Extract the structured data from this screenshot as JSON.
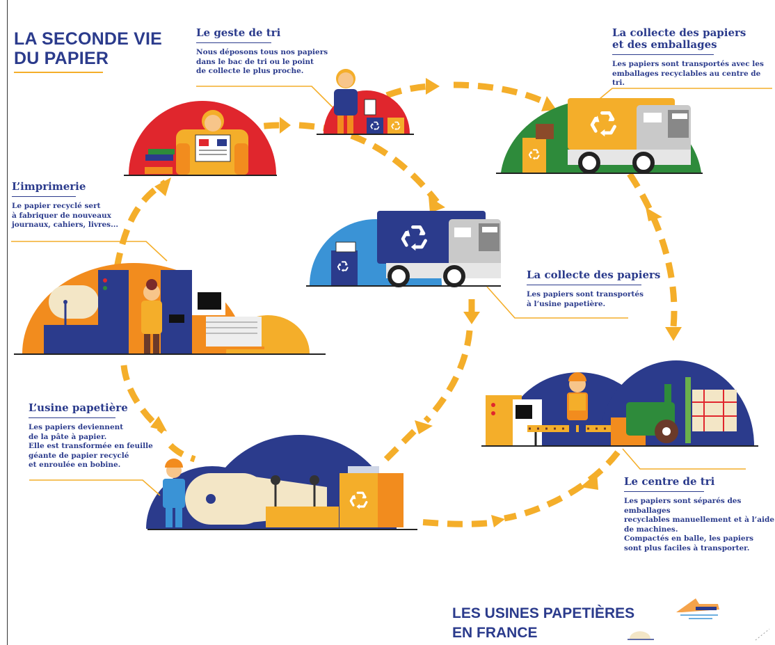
{
  "title": {
    "line1": "LA SECONDE VIE",
    "line2": "DU PAPIER"
  },
  "steps": {
    "geste": {
      "title": "Le geste de tri",
      "text": "Nous déposons tous nos papiers\ndans le bac de tri ou le point\nde collecte le plus proche."
    },
    "collecte_emballages": {
      "title_line1": "La collecte des papiers",
      "title_line2": "et  des emballages",
      "text": "Les papiers sont transportés avec les\nemballages recyclables au centre de tri."
    },
    "imprimerie": {
      "title": "L’imprimerie",
      "text": "Le papier recyclé sert\nà fabriquer de nouveaux\njournaux, cahiers, livres..."
    },
    "collecte_papiers": {
      "title": "La collecte des papiers",
      "text": "Les papiers sont transportés\nà l’usine papetière."
    },
    "usine": {
      "title": "L’usine papetière",
      "text": "Les papiers deviennent\nde la pâte à papier.\nElle est transformée en feuille\ngéante de papier recyclé\net enroulée en bobine."
    },
    "centre_tri": {
      "title": "Le centre de tri",
      "text": "Les papiers sont séparés des emballages\nrecyclables manuellement et à l’aide\nde machines.\nCompactés en balle, les papiers\nsont plus faciles à  transporter."
    }
  },
  "footer": {
    "line1": "LES USINES PAPETIÈRES",
    "line2": "EN FRANCE"
  },
  "colors": {
    "navy": "#2b3b8c",
    "yellow": "#f4ae2a",
    "orange": "#f28c1e",
    "red": "#e0262d",
    "green": "#2e8b3b",
    "blue": "#3a93d6"
  },
  "icons": [
    "recycle-icon",
    "newspaper-icon",
    "truck-icon",
    "forklift-icon",
    "paper-roll-icon",
    "worker-icon",
    "dashed-arrow-icon"
  ]
}
